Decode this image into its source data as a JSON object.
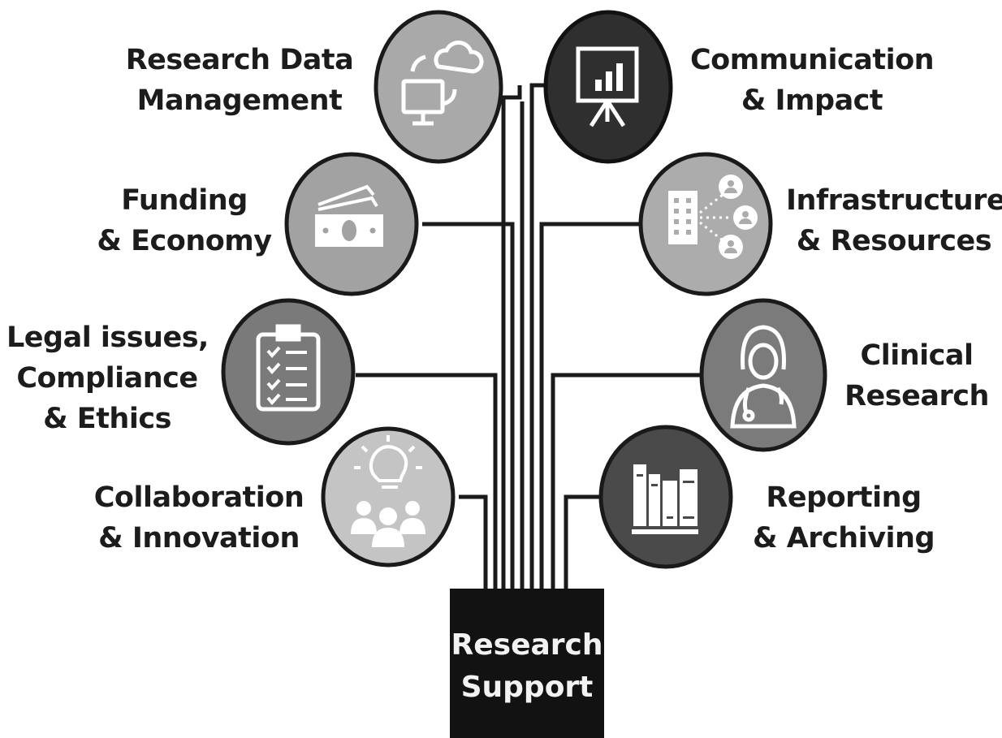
{
  "root": {
    "line1": "Research",
    "line2": "Support"
  },
  "branches": [
    {
      "id": "rdm",
      "lines": [
        "Research Data",
        "Management"
      ],
      "icon": "computer-cloud-sync-icon",
      "color": "#a9a9a9"
    },
    {
      "id": "funding",
      "lines": [
        "Funding",
        "& Economy"
      ],
      "icon": "money-bills-icon",
      "color": "#a2a2a2"
    },
    {
      "id": "legal",
      "lines": [
        "Legal issues,",
        "Compliance",
        "& Ethics"
      ],
      "icon": "clipboard-checklist-icon",
      "color": "#7a7a7a"
    },
    {
      "id": "collab",
      "lines": [
        "Collaboration",
        "& Innovation"
      ],
      "icon": "lightbulb-team-icon",
      "color": "#c4c4c4"
    },
    {
      "id": "comm",
      "lines": [
        "Communication",
        "& Impact"
      ],
      "icon": "presentation-chart-icon",
      "color": "#2f2f2f"
    },
    {
      "id": "infra",
      "lines": [
        "Infrastructure",
        "& Resources"
      ],
      "icon": "building-network-icon",
      "color": "#acacac"
    },
    {
      "id": "clinical",
      "lines": [
        "Clinical",
        "Research"
      ],
      "icon": "doctor-stethoscope-icon",
      "color": "#7b7b7b"
    },
    {
      "id": "reporting",
      "lines": [
        "Reporting",
        "& Archiving"
      ],
      "icon": "books-archive-icon",
      "color": "#4a4a4a"
    }
  ]
}
